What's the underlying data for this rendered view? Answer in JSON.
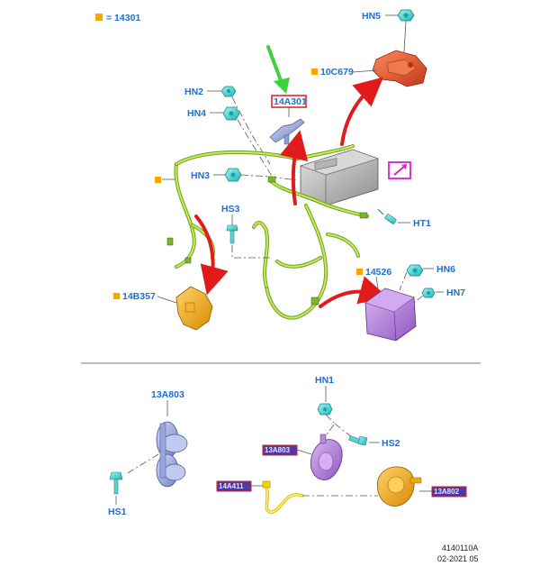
{
  "legend": {
    "code": "= 14301",
    "swatch_color": "#f5a800"
  },
  "labels": {
    "hn5": "HN5",
    "p10c679": "10C679",
    "hn2": "HN2",
    "hn4": "HN4",
    "p14a301": "14A301",
    "hn3": "HN3",
    "hs3": "HS3",
    "ht1": "HT1",
    "p14526": "14526",
    "hn6": "HN6",
    "hn7": "HN7",
    "p14b357": "14B357",
    "p13a803": "13A803",
    "hs1": "HS1",
    "hn1": "HN1",
    "hs2": "HS2",
    "redacted_1": "13A803",
    "redacted_2": "14A411",
    "redacted_3": "13A802"
  },
  "footer": {
    "figure_id": "4140110A",
    "date": "02-2021 05"
  },
  "colors": {
    "callout_blue": "#1f6fd0",
    "highlight_red": "#e11b1b",
    "arrow_green": "#3fd13f",
    "fastener_cyan": "#33d6d6",
    "orange_part": "#f5a800",
    "red_part": "#e25a2a",
    "purple_part": "#b07ad6",
    "magenta_box": "#e01ccf",
    "harness_green": "#9ccd2e"
  }
}
